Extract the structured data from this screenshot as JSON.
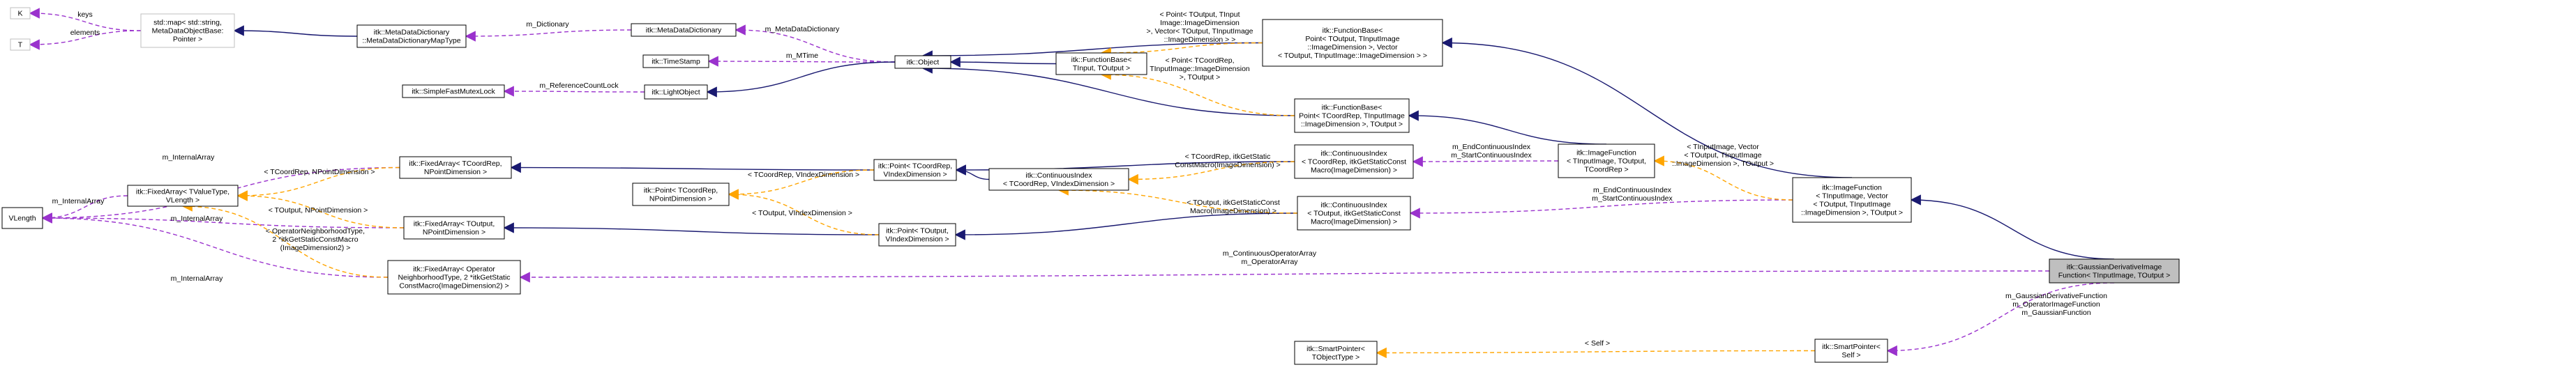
{
  "nodes": [
    {
      "id": "K",
      "lines": [
        "K"
      ],
      "ghost": true
    },
    {
      "id": "T",
      "lines": [
        "T"
      ],
      "ghost": true
    },
    {
      "id": "map",
      "lines": [
        "std::map< std::string,",
        "MetaDataObjectBase:",
        "Pointer >"
      ],
      "ghost": true
    },
    {
      "id": "mddmap",
      "lines": [
        "itk::MetaDataDictionary",
        "::MetaDataDictionaryMapType"
      ]
    },
    {
      "id": "mdd",
      "lines": [
        "itk::MetaDataDictionary"
      ]
    },
    {
      "id": "timestamp",
      "lines": [
        "itk::TimeStamp"
      ]
    },
    {
      "id": "simplelock",
      "lines": [
        "itk::SimpleFastMutexLock"
      ]
    },
    {
      "id": "lightobj",
      "lines": [
        "itk::LightObject"
      ]
    },
    {
      "id": "object",
      "lines": [
        "itk::Object"
      ]
    },
    {
      "id": "fbase_ti",
      "lines": [
        "itk::FunctionBase<",
        "TInput, TOutput >"
      ]
    },
    {
      "id": "fbase_point_vec",
      "lines": [
        "itk::FunctionBase<",
        "Point< TOutput, TInputImage",
        "::ImageDimension >, Vector",
        "< TOutput, TInputImage::ImageDimension > >"
      ]
    },
    {
      "id": "fbase_point_tco",
      "lines": [
        "itk::FunctionBase<",
        "Point< TCoordRep, TInputImage",
        "::ImageDimension >, TOutput >"
      ]
    },
    {
      "id": "vlength",
      "lines": [
        "VLength"
      ]
    },
    {
      "id": "fa_tvalue",
      "lines": [
        "itk::FixedArray< TValueType,",
        "VLength >"
      ]
    },
    {
      "id": "fa_tcoord",
      "lines": [
        "itk::FixedArray< TCoordRep,",
        "NPointDimension >"
      ]
    },
    {
      "id": "fa_toutput",
      "lines": [
        "itk::FixedArray< TOutput,",
        "NPointDimension >"
      ]
    },
    {
      "id": "fa_operator",
      "lines": [
        "itk::FixedArray< Operator",
        "NeighborhoodType, 2 *itkGetStatic",
        "ConstMacro(ImageDimension2) >"
      ]
    },
    {
      "id": "point_tmpl",
      "lines": [
        "itk::Point< TCoordRep,",
        "NPointDimension >"
      ]
    },
    {
      "id": "point_tcoord",
      "lines": [
        "itk::Point< TCoordRep,",
        "VIndexDimension >"
      ]
    },
    {
      "id": "point_toutput",
      "lines": [
        "itk::Point< TOutput,",
        "VIndexDimension >"
      ]
    },
    {
      "id": "ci_tmpl",
      "lines": [
        "itk::ContinuousIndex",
        "< TCoordRep, VIndexDimension >"
      ]
    },
    {
      "id": "ci_tcoord",
      "lines": [
        "itk::ContinuousIndex",
        "< TCoordRep, itkGetStaticConst",
        "Macro(ImageDimension) >"
      ]
    },
    {
      "id": "ci_toutput",
      "lines": [
        "itk::ContinuousIndex",
        "< TOutput, itkGetStaticConst",
        "Macro(ImageDimension) >"
      ]
    },
    {
      "id": "imgfn_tmpl",
      "lines": [
        "itk::ImageFunction",
        "< TInputImage, TOutput,",
        "TCoordRep >"
      ]
    },
    {
      "id": "imgfn_vec",
      "lines": [
        "itk::ImageFunction",
        "< TInputImage, Vector",
        "< TOutput, TInputImage",
        "::ImageDimension >, TOutput >"
      ]
    },
    {
      "id": "gaussian",
      "lines": [
        "itk::GaussianDerivativeImage",
        "Function< TInputImage, TOutput >"
      ],
      "focus": true
    },
    {
      "id": "smartptr_tmpl",
      "lines": [
        "itk::SmartPointer<",
        "TObjectType >"
      ]
    },
    {
      "id": "smartptr_self",
      "lines": [
        "itk::SmartPointer<",
        "Self >"
      ]
    }
  ],
  "edges": [
    {
      "from": "K",
      "to": "map",
      "kind": "usage",
      "labels": [
        "keys"
      ]
    },
    {
      "from": "T",
      "to": "map",
      "kind": "usage",
      "labels": [
        "elements"
      ]
    },
    {
      "from": "map",
      "to": "mddmap",
      "kind": "inherit",
      "labels": []
    },
    {
      "from": "mddmap",
      "to": "mdd",
      "kind": "usage",
      "labels": [
        "m_Dictionary"
      ]
    },
    {
      "from": "mdd",
      "to": "object",
      "kind": "usage",
      "labels": [
        "m_MetaDataDictionary"
      ]
    },
    {
      "from": "timestamp",
      "to": "object",
      "kind": "usage",
      "labels": [
        "m_MTime"
      ]
    },
    {
      "from": "lightobj",
      "to": "object",
      "kind": "inherit",
      "labels": []
    },
    {
      "from": "simplelock",
      "to": "lightobj",
      "kind": "usage",
      "labels": [
        "m_ReferenceCountLock"
      ]
    },
    {
      "from": "object",
      "to": "fbase_ti",
      "kind": "inherit",
      "labels": []
    },
    {
      "from": "object",
      "to": "fbase_point_vec",
      "kind": "inherit",
      "labels": []
    },
    {
      "from": "object",
      "to": "fbase_point_tco",
      "kind": "inherit",
      "labels": []
    },
    {
      "from": "fbase_ti",
      "to": "fbase_point_vec",
      "kind": "template",
      "labels": [
        "< Point< TOutput, TInput",
        "Image::ImageDimension",
        ">, Vector< TOutput, TInputImage",
        "::ImageDimension > >"
      ]
    },
    {
      "from": "fbase_ti",
      "to": "fbase_point_tco",
      "kind": "template",
      "labels": [
        "< Point< TCoordRep,",
        "TInputImage::ImageDimension",
        ">, TOutput >"
      ]
    },
    {
      "from": "fbase_point_tco",
      "to": "imgfn_tmpl",
      "kind": "inherit",
      "labels": []
    },
    {
      "from": "fbase_point_vec",
      "to": "imgfn_vec",
      "kind": "inherit",
      "labels": []
    },
    {
      "from": "vlength",
      "to": "fa_tvalue",
      "kind": "usage",
      "labels": [
        "m_InternalArray"
      ]
    },
    {
      "from": "vlength",
      "to": "fa_tcoord",
      "kind": "usage",
      "labels": [
        "m_InternalArray"
      ]
    },
    {
      "from": "vlength",
      "to": "fa_toutput",
      "kind": "usage",
      "labels": [
        "m_InternalArray"
      ]
    },
    {
      "from": "vlength",
      "to": "fa_operator",
      "kind": "usage",
      "labels": [
        "m_InternalArray"
      ]
    },
    {
      "from": "fa_tvalue",
      "to": "fa_tcoord",
      "kind": "template",
      "labels": [
        "< TCoordRep, NPointDimension >"
      ]
    },
    {
      "from": "fa_tvalue",
      "to": "fa_toutput",
      "kind": "template",
      "labels": [
        "< TOutput, NPointDimension >"
      ]
    },
    {
      "from": "fa_tvalue",
      "to": "fa_operator",
      "kind": "template",
      "labels": [
        "< OperatorNeighborhoodType,",
        "2 *itkGetStaticConstMacro",
        "(ImageDimension2) >"
      ]
    },
    {
      "from": "fa_tcoord",
      "to": "point_tcoord",
      "kind": "inherit",
      "labels": []
    },
    {
      "from": "fa_toutput",
      "to": "point_toutput",
      "kind": "inherit",
      "labels": []
    },
    {
      "from": "point_tmpl",
      "to": "point_tcoord",
      "kind": "template",
      "labels": [
        "< TCoordRep, VIndexDimension >"
      ]
    },
    {
      "from": "point_tmpl",
      "to": "point_toutput",
      "kind": "template",
      "labels": [
        "< TOutput, VIndexDimension >"
      ]
    },
    {
      "from": "point_tcoord",
      "to": "ci_tmpl",
      "kind": "inherit",
      "labels": []
    },
    {
      "from": "point_tcoord",
      "to": "ci_tcoord",
      "kind": "inherit",
      "labels": []
    },
    {
      "from": "point_toutput",
      "to": "ci_toutput",
      "kind": "inherit",
      "labels": []
    },
    {
      "from": "ci_tmpl",
      "to": "ci_tcoord",
      "kind": "template",
      "labels": [
        "< TCoordRep, itkGetStatic",
        "ConstMacro(ImageDimension) >"
      ]
    },
    {
      "from": "ci_tmpl",
      "to": "ci_toutput",
      "kind": "template",
      "labels": [
        "< TOutput, itkGetStaticConst",
        "Macro(ImageDimension) >"
      ]
    },
    {
      "from": "ci_tcoord",
      "to": "imgfn_tmpl",
      "kind": "usage",
      "labels": [
        "m_EndContinuousIndex",
        "m_StartContinuousIndex"
      ]
    },
    {
      "from": "ci_toutput",
      "to": "imgfn_vec",
      "kind": "usage",
      "labels": [
        "m_EndContinuousIndex",
        "m_StartContinuousIndex"
      ]
    },
    {
      "from": "imgfn_tmpl",
      "to": "imgfn_vec",
      "kind": "template",
      "labels": [
        "< TInputImage, Vector",
        "< TOutput, TInputImage",
        "::ImageDimension >, TOutput >"
      ]
    },
    {
      "from": "imgfn_vec",
      "to": "gaussian",
      "kind": "inherit",
      "labels": []
    },
    {
      "from": "fa_operator",
      "to": "gaussian",
      "kind": "usage",
      "labels": [
        "m_ContinuousOperatorArray",
        "m_OperatorArray"
      ]
    },
    {
      "from": "smartptr_tmpl",
      "to": "smartptr_self",
      "kind": "template",
      "labels": [
        "< Self >"
      ]
    },
    {
      "from": "smartptr_self",
      "to": "gaussian",
      "kind": "usage",
      "labels": [
        "m_GaussianDerivativeFunction",
        "m_OperatorImageFunction",
        "m_GaussianFunction"
      ]
    }
  ]
}
